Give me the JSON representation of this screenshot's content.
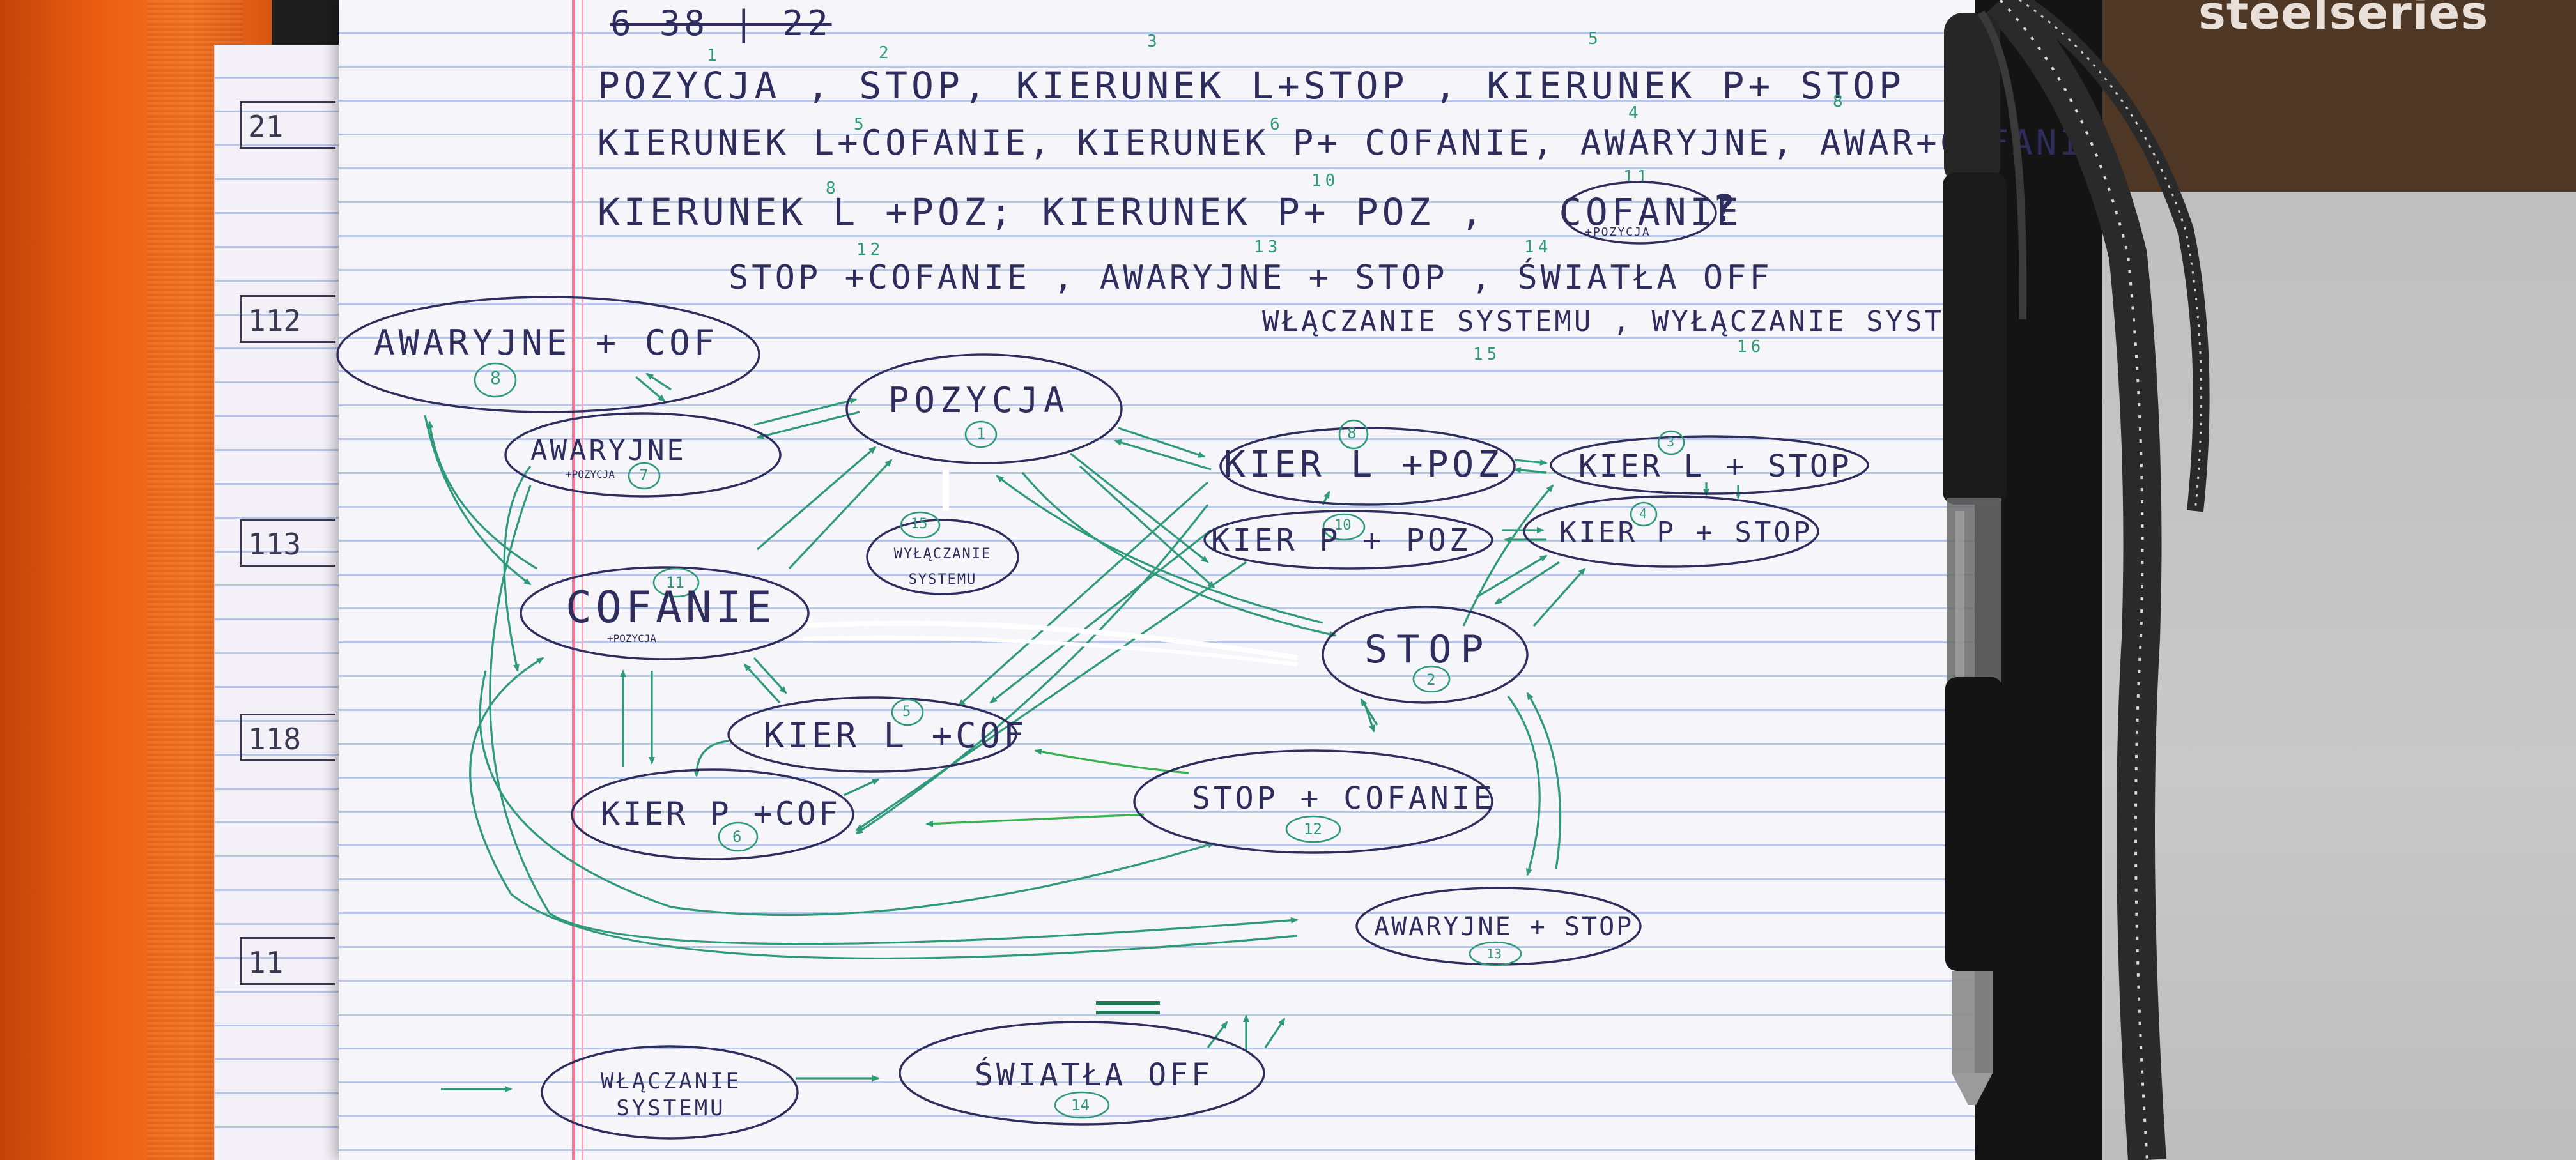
{
  "page": {
    "crossed_number": "6 38 | 22",
    "margin_numbers": [
      "21",
      "112",
      "113",
      "118",
      "11"
    ]
  },
  "legend": {
    "line1": "POZYCJA , STOP, KIERUNEK L+STOP , KIERUNEK P+ STOP",
    "line2": "KIERUNEK L+COFANIE, KIERUNEK P+ COFANIE, AWARYJNE, AWAR+COFANIE",
    "line3": "KIERUNEK L +POZ; KIERUNEK P+ POZ ,",
    "cofanie_circled": "COFANIE",
    "cofanie_sub": "+POZYCJA",
    "qmark": "?",
    "line4": "STOP +COFANIE , AWARYJNE + STOP , ŚWIATŁA OFF",
    "line5": "WŁĄCZANIE SYSTEMU , WYŁĄCZANIE SYSTEMU",
    "numbers": [
      "1",
      "2",
      "3",
      "5",
      "8",
      "5",
      "6",
      "4",
      "8",
      "10",
      "11",
      "12",
      "13",
      "14",
      "15",
      "16"
    ]
  },
  "nodes": {
    "awar_cof": {
      "label": "AWARYJNE + COF",
      "num": "8"
    },
    "awaryjne": {
      "label": "AWARYJNE",
      "sub": "+POZYCJA",
      "num": "7"
    },
    "pozycja": {
      "label": "POZYCJA",
      "num": "1"
    },
    "wylaczanie_inner": {
      "label": "WYŁĄCZANIE SYSTEMU",
      "num": "15"
    },
    "cofanie": {
      "label": "COFANIE",
      "sub": "+POZYCJA",
      "num": "11"
    },
    "kier_l_poz": {
      "label": "KIER L +POZ",
      "num": "8"
    },
    "kier_p_poz": {
      "label": "KIER P + POZ",
      "num": "10"
    },
    "kier_l_stop": {
      "label": "KIER L + STOP",
      "num": "3"
    },
    "kier_p_stop": {
      "label": "KIER P + STOP",
      "num": "4"
    },
    "stop": {
      "label": "STOP",
      "num": "2"
    },
    "kier_l_cof": {
      "label": "KIER L +COF",
      "num": "5"
    },
    "kier_p_cof": {
      "label": "KIER P +COF",
      "num": "6"
    },
    "stop_cofanie": {
      "label": "STOP + COFANIE",
      "num": "12"
    },
    "awar_stop": {
      "label": "AWARYJNE + STOP",
      "num": "13"
    },
    "wlaczanie": {
      "label": "WŁĄCZANIE SYSTEMU"
    },
    "swiatla_off": {
      "label": "ŚWIATŁA OFF",
      "num": "14"
    }
  },
  "colors": {
    "ink": "#2f2d5e",
    "green": "#2f9a78",
    "paper": "#f6f5fa",
    "orange": "#ee6a18",
    "red_margin": "#f27b9b"
  }
}
